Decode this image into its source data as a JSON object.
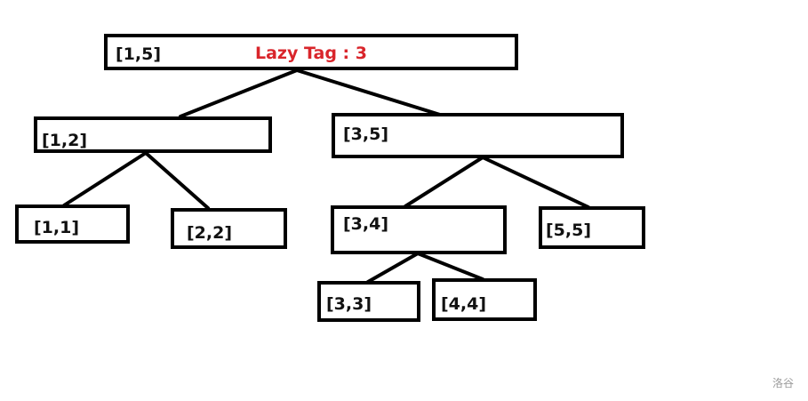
{
  "tree": {
    "root": {
      "label": "[1,5]",
      "lazy_tag": "Lazy Tag : 3",
      "children": [
        {
          "label": "[1,2]",
          "children": [
            {
              "label": "[1,1]"
            },
            {
              "label": "[2,2]"
            }
          ]
        },
        {
          "label": "[3,5]",
          "children": [
            {
              "label": "[3,4]",
              "children": [
                {
                  "label": "[3,3]"
                },
                {
                  "label": "[4,4]"
                }
              ]
            },
            {
              "label": "[5,5]"
            }
          ]
        }
      ]
    }
  },
  "watermark": "洛谷",
  "colors": {
    "stroke": "#000000",
    "lazy_tag": "#d9252b",
    "watermark": "#9a9a9a"
  }
}
